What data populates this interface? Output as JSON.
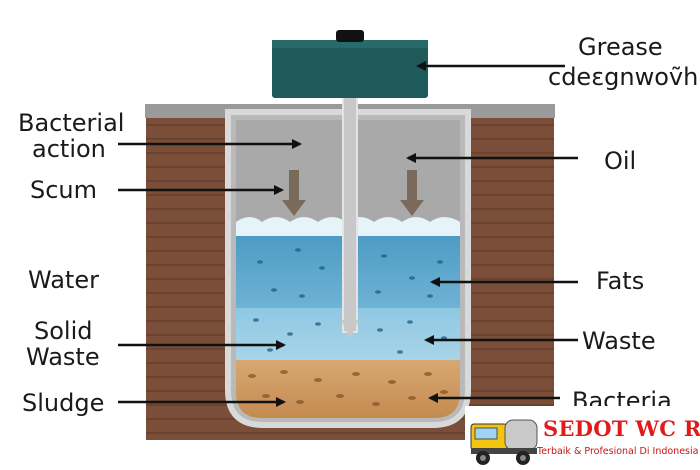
{
  "labels": {
    "grease": "Grease",
    "grease_line2": "cdeɛgnwoṽh",
    "bacterial_action_1": "Bacterial",
    "bacterial_action_2": "action",
    "oil": "Oil",
    "scum": "Scum",
    "water": "Water",
    "fats": "Fats",
    "solid_1": "Solid",
    "solid_2": "Waste",
    "waste": "Waste",
    "sludge": "Sludge",
    "bacteria": "Bacteria"
  },
  "watermark": {
    "title": "SEDOT WC RESMI",
    "subtitle": "Terbaik & Profesional Di Indonesia"
  },
  "colors": {
    "soil": "#7a4e3a",
    "lid": "#1f5a5a",
    "water_top": "#5ea9cd",
    "water_bottom": "#8cc7df",
    "sludge": "#c9925a",
    "watermark_red": "#e01b1b"
  }
}
